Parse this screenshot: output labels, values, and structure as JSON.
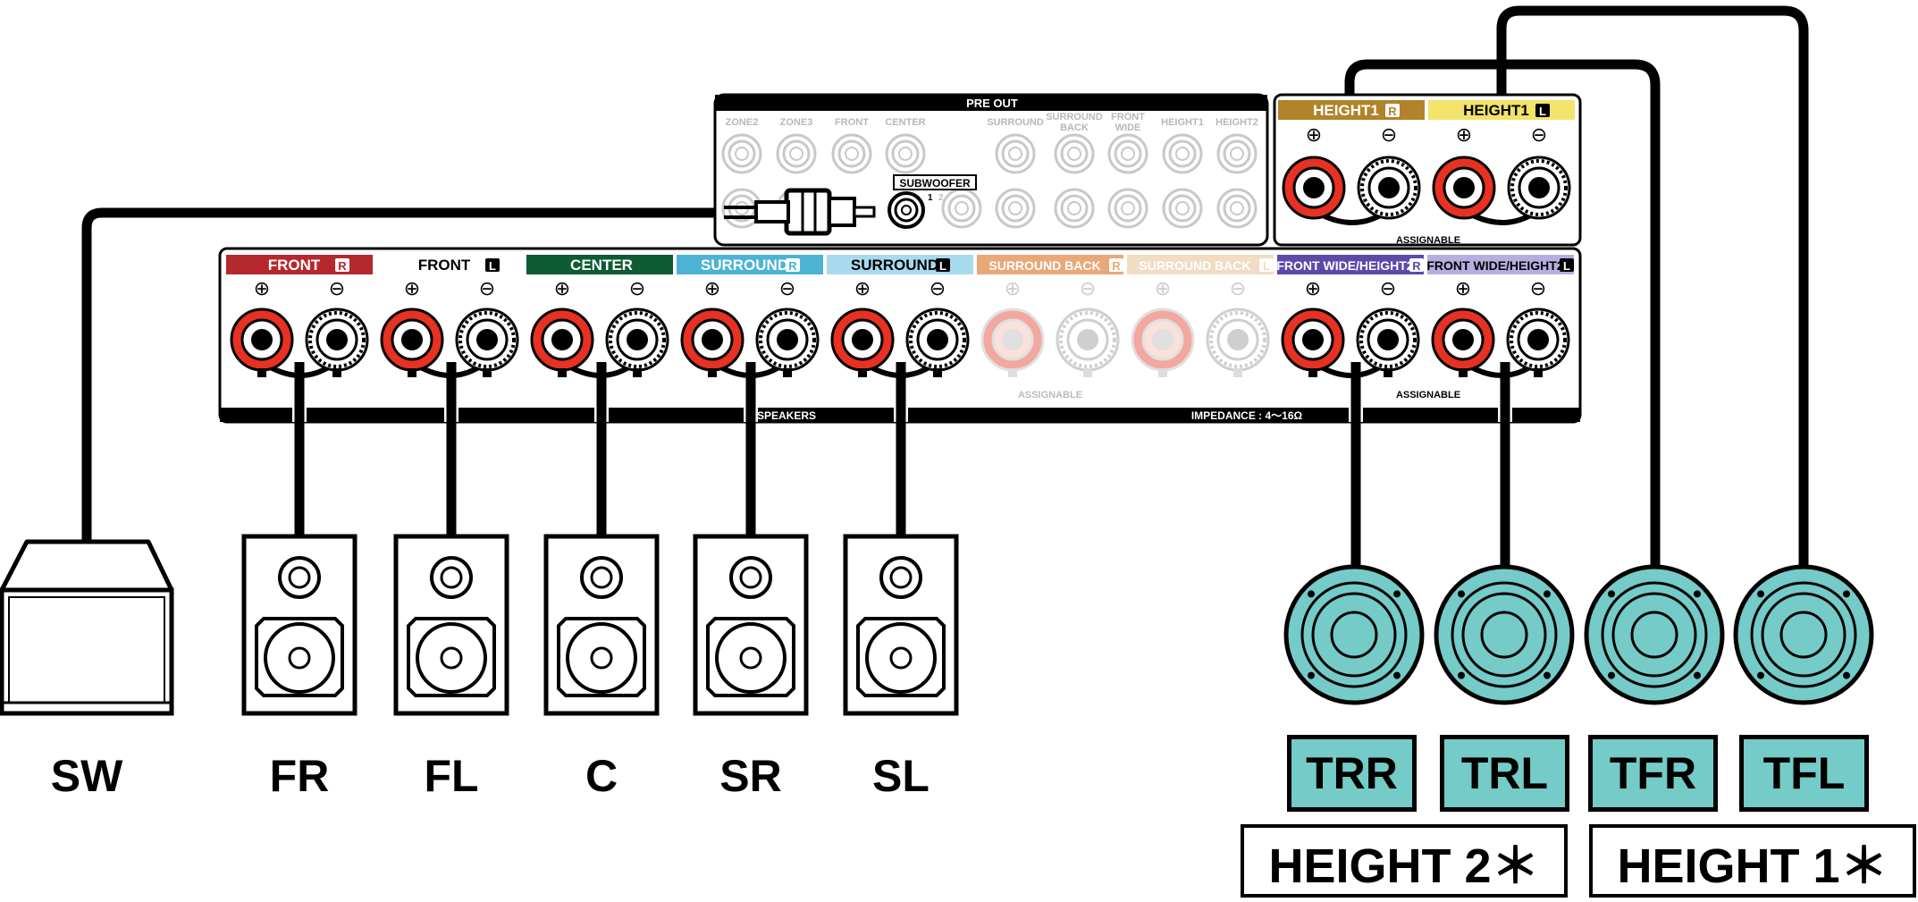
{
  "receiver": {
    "pre_out_title": "PRE OUT",
    "pre_out_labels": [
      "ZONE2",
      "ZONE3",
      "FRONT",
      "CENTER",
      "SURROUND",
      "SURROUND BACK",
      "FRONT WIDE",
      "HEIGHT1",
      "HEIGHT2"
    ],
    "subwoofer_label": "SUBWOOFER",
    "subwoofer_numbers": [
      "1",
      "2"
    ],
    "terminal_groups": [
      {
        "label": "FRONT",
        "side": "R",
        "color": "#b5282e",
        "active": true
      },
      {
        "label": "FRONT",
        "side": "L",
        "color": "#ffffff",
        "active": true
      },
      {
        "label": "CENTER",
        "side": "",
        "color": "#0e5b34",
        "active": true
      },
      {
        "label": "SURROUND",
        "side": "R",
        "color": "#4cb3d4",
        "active": true
      },
      {
        "label": "SURROUND",
        "side": "L",
        "color": "#a9d9ec",
        "active": true
      },
      {
        "label": "SURROUND BACK",
        "side": "R",
        "color": "#e8a878",
        "active": false
      },
      {
        "label": "SURROUND BACK",
        "side": "L",
        "color": "#f1dcc4",
        "active": false
      },
      {
        "label": "FRONT WIDE/HEIGHT2",
        "side": "R",
        "color": "#5d4aa8",
        "active": true
      },
      {
        "label": "FRONT WIDE/HEIGHT2",
        "side": "L",
        "color": "#b7aee0",
        "active": true
      }
    ],
    "height_groups": [
      {
        "label": "HEIGHT1",
        "side": "R",
        "color": "#b1832a"
      },
      {
        "label": "HEIGHT1",
        "side": "L",
        "color": "#f2e36a"
      }
    ],
    "assignable_label": "ASSIGNABLE",
    "speakers_label": "SPEAKERS",
    "impedance_label": "IMPEDANCE : 4～16Ω",
    "plus_symbol": "⊕",
    "minus_symbol": "⊖"
  },
  "speakers": [
    {
      "id": "SW",
      "label": "SW",
      "type": "subwoofer"
    },
    {
      "id": "FR",
      "label": "FR",
      "type": "bookshelf"
    },
    {
      "id": "FL",
      "label": "FL",
      "type": "bookshelf"
    },
    {
      "id": "C",
      "label": "C",
      "type": "bookshelf"
    },
    {
      "id": "SR",
      "label": "SR",
      "type": "bookshelf"
    },
    {
      "id": "SL",
      "label": "SL",
      "type": "bookshelf"
    }
  ],
  "height_speakers": [
    {
      "id": "TRR",
      "label": "TRR"
    },
    {
      "id": "TRL",
      "label": "TRL"
    },
    {
      "id": "TFR",
      "label": "TFR"
    },
    {
      "id": "TFL",
      "label": "TFL"
    }
  ],
  "height_groups_bottom": [
    {
      "label": "HEIGHT 2＊"
    },
    {
      "label": "HEIGHT 1＊"
    }
  ],
  "colors": {
    "terminal_red": "#e63123",
    "speaker_teal": "#74cbc8",
    "inactive_gray": "#c8c8c8"
  }
}
